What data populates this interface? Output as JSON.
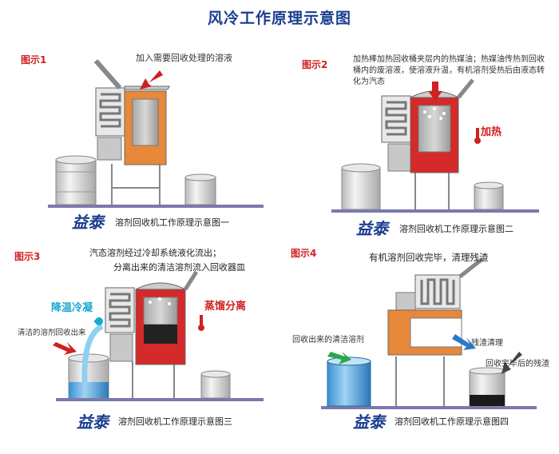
{
  "title": "风冷工作原理示意图",
  "brand": "益泰",
  "colors": {
    "red": "#d02020",
    "orange": "#e8883a",
    "blue": "#1a3d8f",
    "cyan": "#18a8d0",
    "gray": "#9a9a9a",
    "floor": "#7a78b0"
  },
  "panels": [
    {
      "tag": "图示1",
      "note": "加入需要回收处理的溶液",
      "caption": "溶剂回收机工作原理示意图一"
    },
    {
      "tag": "图示2",
      "note": "加热棒加热回收桶夹层内的热媒油；热媒油传热到回收桶内的废溶液，使溶液升温，有机溶剂受热后由液态转化为汽态",
      "heat_label": "加热",
      "caption": "溶剂回收机工作原理示意图二"
    },
    {
      "tag": "图示3",
      "note_line1": "汽态溶剂经过冷却系统液化流出；",
      "note_line2": "分离出来的清洁溶剂流入回收器皿",
      "cool_label": "降温冷凝",
      "distill_label": "蒸馏分离",
      "outflow_label": "清洁的溶剂回收出来",
      "caption": "溶剂回收机工作原理示意图三"
    },
    {
      "tag": "图示4",
      "note": "有机溶剂回收完毕，清理残渣",
      "recovered_label": "回收出来的清洁溶剂",
      "clean_label": "残渣清理",
      "residue_label": "回收完毕后的残渣",
      "caption": "溶剂回收机工作原理示意图四"
    }
  ]
}
